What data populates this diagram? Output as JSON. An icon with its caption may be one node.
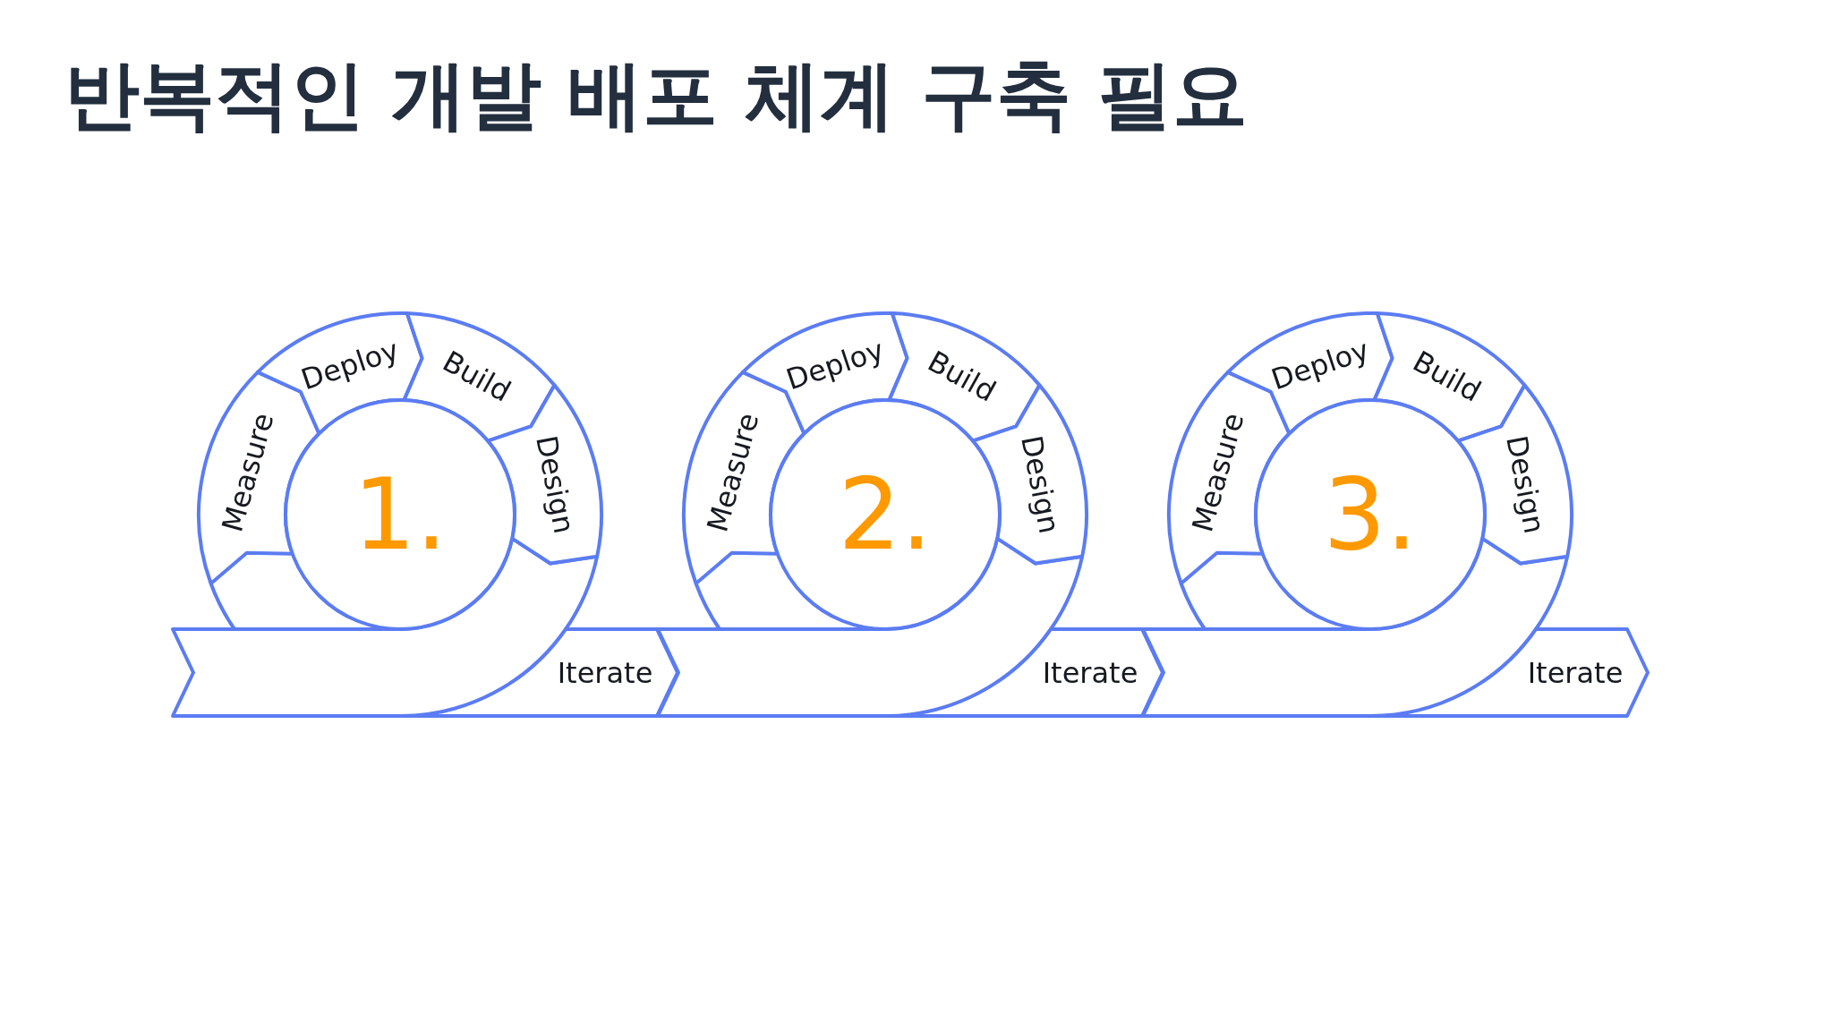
{
  "diagram": {
    "title": "반복적인 개발 배포 체계 구축 필요",
    "nodes": [
      {
        "text": [
          "Measure"
        ]
      },
      {
        "text": [
          "Deploy"
        ]
      },
      {
        "text": [
          "Build"
        ]
      },
      {
        "text": [
          "Design"
        ]
      },
      {
        "text": [
          "1."
        ]
      },
      {
        "text": [
          "Iterate"
        ]
      },
      {
        "text": [
          "Measure"
        ]
      },
      {
        "text": [
          "Deploy"
        ]
      },
      {
        "text": [
          "Build"
        ]
      },
      {
        "text": [
          "Design"
        ]
      },
      {
        "text": [
          "2."
        ]
      },
      {
        "text": [
          "Iterate"
        ]
      },
      {
        "text": [
          "Measure"
        ]
      },
      {
        "text": [
          "Deploy"
        ]
      },
      {
        "text": [
          "Build"
        ]
      },
      {
        "text": [
          "Design"
        ]
      },
      {
        "text": [
          "3."
        ]
      },
      {
        "text": [
          "Iterate"
        ]
      }
    ]
  }
}
